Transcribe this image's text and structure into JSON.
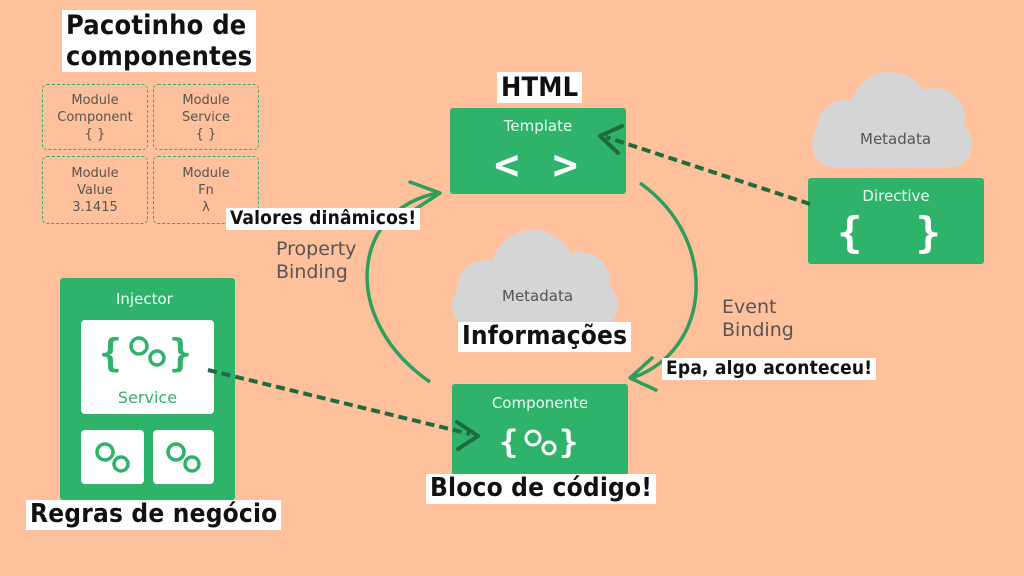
{
  "colors": {
    "background": "#FFC09C",
    "green": "#2FB36B",
    "cloud": "#D5D5D5",
    "arrow_dark": "#1F6B3E"
  },
  "module_panel": {
    "title_line1": "Pacotinho de",
    "title_line2": "componentes",
    "modules": [
      {
        "line1": "Module",
        "line2": "Component",
        "line3": "{ }"
      },
      {
        "line1": "Module",
        "line2": "Service",
        "line3": "{ }"
      },
      {
        "line1": "Module",
        "line2": "Value",
        "line3": "3.1415"
      },
      {
        "line1": "Module",
        "line2": "Fn",
        "line3": "λ"
      }
    ]
  },
  "template": {
    "caption": "HTML",
    "title": "Template",
    "symbol": "< >"
  },
  "metadata_top": {
    "title": "Metadata"
  },
  "directive": {
    "title": "Directive",
    "symbol": "{ }"
  },
  "property_binding": {
    "line1": "Property",
    "line2": "Binding",
    "caption": "Valores dinâmicos!"
  },
  "metadata_mid": {
    "title": "Metadata",
    "caption": "Informações"
  },
  "event_binding": {
    "line1": "Event",
    "line2": "Binding",
    "caption": "Epa, algo aconteceu!"
  },
  "component": {
    "title": "Componente",
    "caption": "Bloco de código!"
  },
  "injector": {
    "title": "Injector",
    "service_label": "Service",
    "caption": "Regras de negócio"
  },
  "icons": [
    "gears-icon",
    "left-arrow-icon",
    "right-arrow-icon",
    "cloud-icon"
  ]
}
